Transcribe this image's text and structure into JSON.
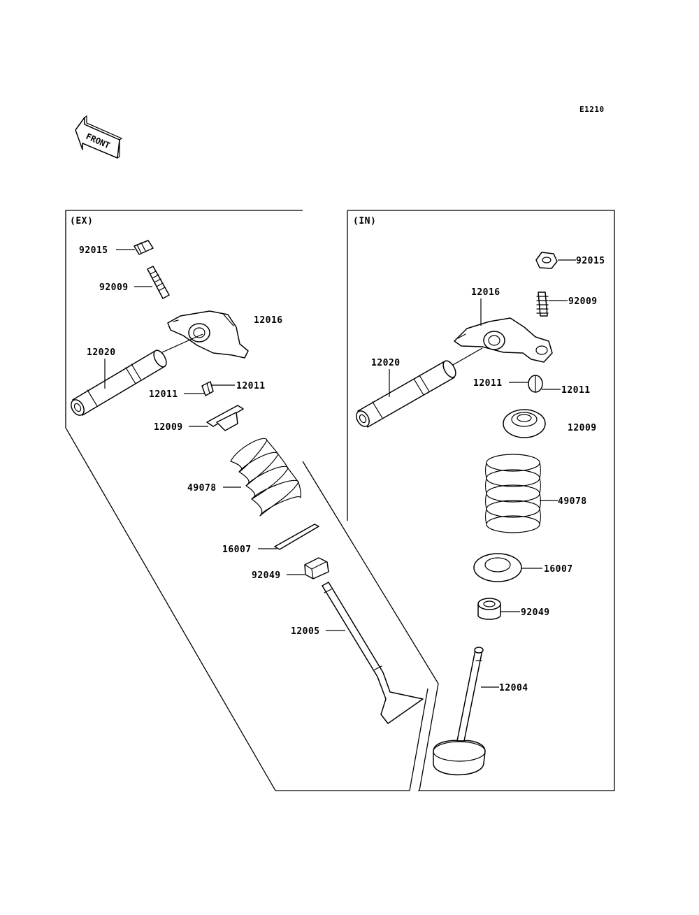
{
  "diagram_code": "E1210",
  "front_arrow": {
    "text": "FRONT",
    "icon": "front-direction-arrow-icon"
  },
  "ex_panel": {
    "title": "(EX)",
    "parts": {
      "p92015": "92015",
      "p92009": "92009",
      "p12016": "12016",
      "p12020": "12020",
      "p12011_left": "12011",
      "p12011_right": "12011",
      "p12009": "12009",
      "p49078": "49078",
      "p16007": "16007",
      "p92049": "92049",
      "p12005": "12005"
    }
  },
  "in_panel": {
    "title": "(IN)",
    "parts": {
      "p92015": "92015",
      "p92009": "92009",
      "p12016": "12016",
      "p12020": "12020",
      "p12011_left": "12011",
      "p12011_right": "12011",
      "p12009": "12009",
      "p49078": "49078",
      "p16007": "16007",
      "p92049": "92049",
      "p12004": "12004"
    }
  }
}
